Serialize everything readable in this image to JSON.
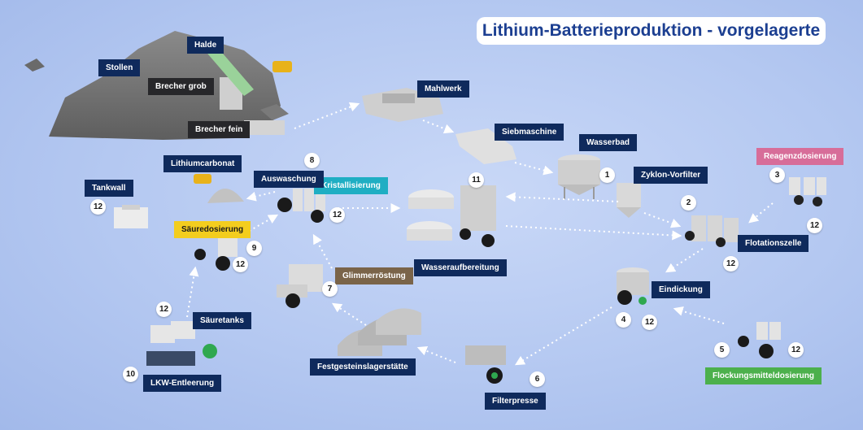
{
  "title": "Lithium-Batterieproduktion - vorgelagerte",
  "colors": {
    "background": "#b4c8f1",
    "label_navy": "#0f2a5c",
    "label_dark": "#27272a",
    "label_brown": "#7a6449",
    "label_cyan": "#1faec3",
    "label_yellow": "#f3cd1e",
    "label_pink": "#d76d99",
    "label_green": "#4cb04c",
    "flow_arrow": "#ffffff",
    "title_text": "#1c3f91"
  },
  "labels": {
    "stollen": "Stollen",
    "halde": "Halde",
    "brecher_grob": "Brecher grob",
    "brecher_fein": "Brecher fein",
    "mahlwerk": "Mahlwerk",
    "siebmaschine": "Siebmaschine",
    "wasserbad": "Wasserbad",
    "zyklon_vorfilter": "Zyklon-Vorfilter",
    "reagenzdosierung": "Reagenzdosierung",
    "flotationszelle": "Flotationszelle",
    "eindickung": "Eindickung",
    "flockungsmitteldosierung": "Flockungsmitteldosierung",
    "filterpresse": "Filterpresse",
    "festgesteinslagerstaette": "Festgesteinslagerstätte",
    "glimmerroestung": "Glimmerröstung",
    "wasseraufbereitung": "Wasseraufbereitung",
    "kristallisierung": "Kristallisierung",
    "auswaschung": "Auswaschung",
    "lithiumcarbonat": "Lithiumcarbonat",
    "tankwall": "Tankwall",
    "saeuredosierung": "Säuredosierung",
    "saeuretanks": "Säuretanks",
    "lkw_entleerung": "LKW-Entleerung"
  },
  "numbers": {
    "n1": "1",
    "n2": "2",
    "n3": "3",
    "n3_12": "12",
    "n2_12": "12",
    "n4": "4",
    "n4_12": "12",
    "n5": "5",
    "n5_12": "12",
    "n6": "6",
    "n7": "7",
    "n8": "8",
    "n8_12": "12",
    "n9": "9",
    "n9_12": "12",
    "n10": "10",
    "n10_12": "12",
    "n11": "11",
    "tank_12": "12"
  }
}
